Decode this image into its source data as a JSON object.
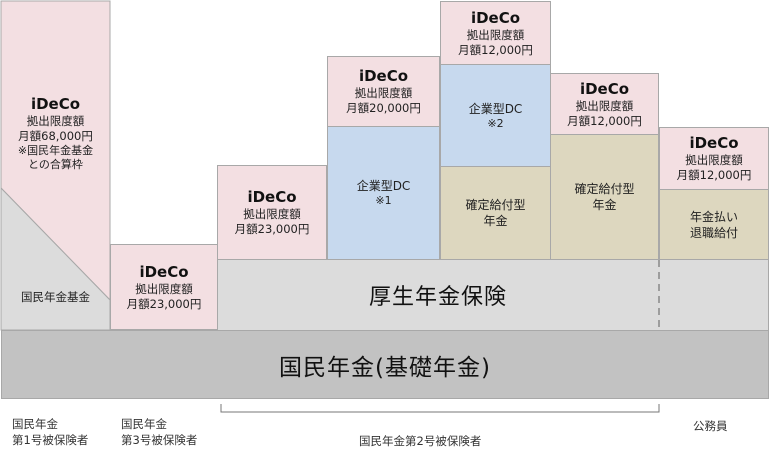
{
  "col1": {
    "ideco_title": "iDeCo",
    "ideco_line1": "拠出限度額",
    "ideco_line2": "月額68,000円",
    "ideco_note1": "※国民年金基金",
    "ideco_note2": "との合算枠",
    "fund_label": "国民年金基金"
  },
  "col2": {
    "ideco_title": "iDeCo",
    "ideco_line1": "拠出限度額",
    "ideco_line2": "月額23,000円"
  },
  "col3": {
    "ideco_title": "iDeCo",
    "ideco_line1": "拠出限度額",
    "ideco_line2": "月額23,000円"
  },
  "col4": {
    "ideco_title": "iDeCo",
    "ideco_line1": "拠出限度額",
    "ideco_line2": "月額20,000円",
    "dc_label": "企業型DC",
    "dc_note": "※1"
  },
  "col5": {
    "ideco_title": "iDeCo",
    "ideco_line1": "拠出限度額",
    "ideco_line2": "月額12,000円",
    "dc_label": "企業型DC",
    "dc_note": "※2",
    "db_line1": "確定給付型",
    "db_line2": "年金"
  },
  "col6": {
    "ideco_title": "iDeCo",
    "ideco_line1": "拠出限度額",
    "ideco_line2": "月額12,000円",
    "db_line1": "確定給付型",
    "db_line2": "年金"
  },
  "col7": {
    "ideco_title": "iDeCo",
    "ideco_line1": "拠出限度額",
    "ideco_line2": "月額12,000円",
    "pension_line1": "年金払い",
    "pension_line2": "退職給付"
  },
  "kosei": "厚生年金保険",
  "kokumin": "国民年金(基礎年金)",
  "labels": {
    "type1_line1": "国民年金",
    "type1_line2": "第1号被保険者",
    "type3_line1": "国民年金",
    "type3_line2": "第3号被保険者",
    "type2": "国民年金第2号被保険者",
    "civil": "公務員"
  }
}
